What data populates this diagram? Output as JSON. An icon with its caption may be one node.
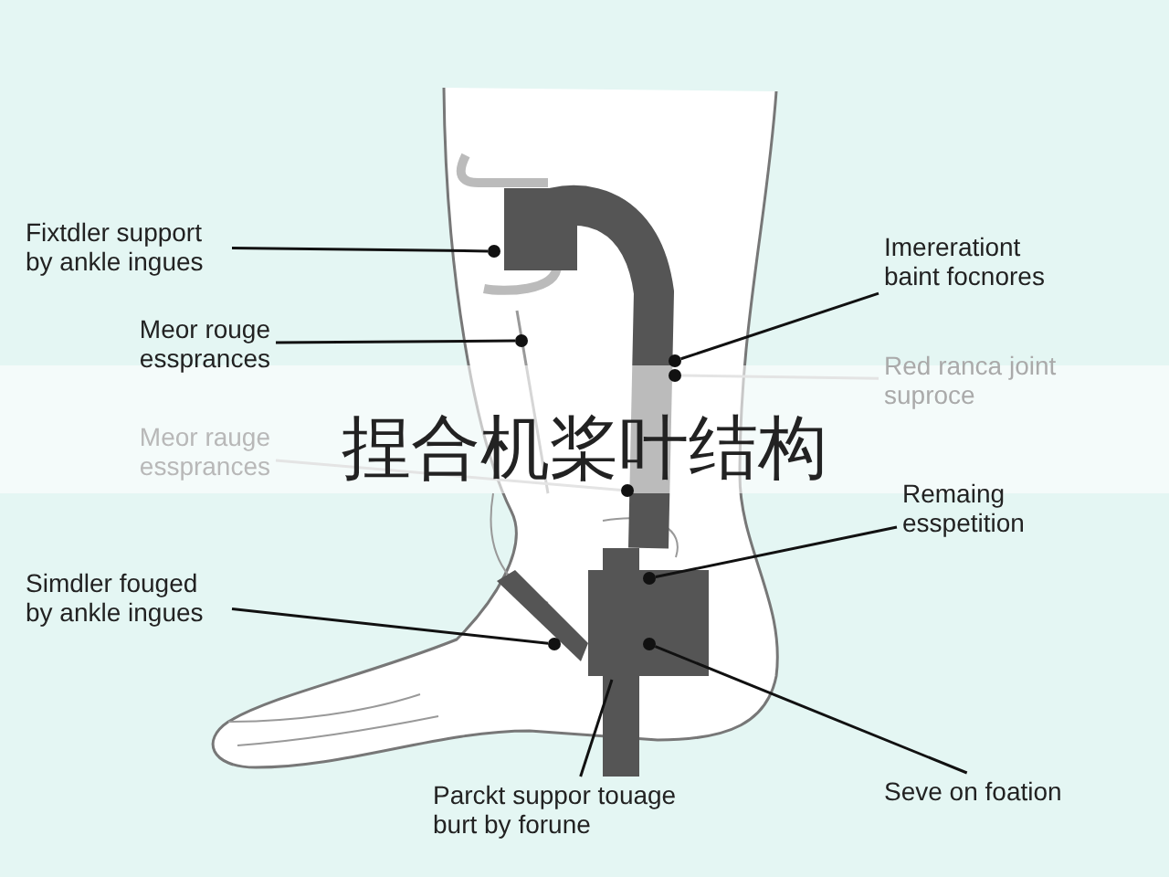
{
  "diagram": {
    "title": "捏合机桨叶结构",
    "nodes": [
      {
        "text": [
          "Fixtdler support by ankle ingues"
        ]
      },
      {
        "text": [
          "Meor rouge essprances"
        ]
      },
      {
        "text": [
          "Meor rauge essprances"
        ]
      },
      {
        "text": [
          "Simdler fouged by ankle ingues"
        ]
      },
      {
        "text": [
          "Imererationt baint focnores"
        ]
      },
      {
        "text": [
          "Red ranca joint suproce"
        ]
      },
      {
        "text": [
          "Remaing esspetition"
        ]
      },
      {
        "text": [
          "Parckt suppor touage burt by forune"
        ]
      },
      {
        "text": [
          "Seve on foation"
        ]
      },
      {
        "text": [],
        "shape": "circle"
      },
      {
        "text": [],
        "shape": "circle"
      },
      {
        "text": [],
        "shape": "circle"
      },
      {
        "text": [],
        "shape": "circle"
      },
      {
        "text": [],
        "shape": "circle"
      },
      {
        "text": [],
        "shape": "circle"
      },
      {
        "text": [],
        "shape": "circle"
      },
      {
        "text": [],
        "shape": "circle"
      }
    ],
    "edges": [
      {
        "from": 0,
        "to": 9,
        "arrow": "none"
      },
      {
        "from": 1,
        "to": 10,
        "arrow": "none"
      },
      {
        "from": 2,
        "to": 11,
        "arrow": "none",
        "color": "#bbbbbb"
      },
      {
        "from": 3,
        "to": 12,
        "arrow": "none"
      },
      {
        "from": 4,
        "to": 13,
        "arrow": "none"
      },
      {
        "from": 5,
        "to": 14,
        "arrow": "none",
        "color": "#bbbbbb"
      },
      {
        "from": 6,
        "to": 15,
        "arrow": "none"
      },
      {
        "from": 7,
        "to": null,
        "arrow": "none"
      },
      {
        "from": 8,
        "to": 16,
        "arrow": "none"
      }
    ]
  }
}
